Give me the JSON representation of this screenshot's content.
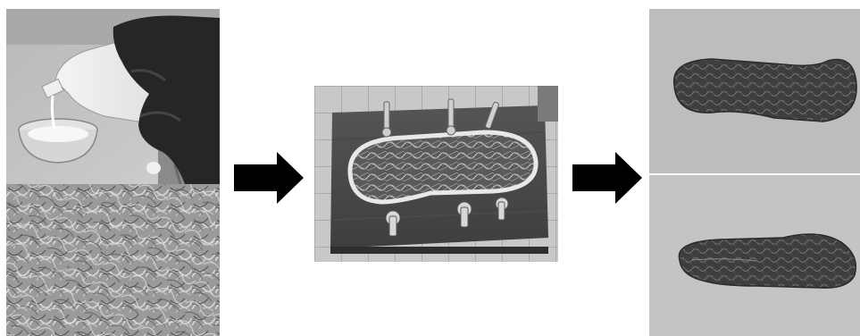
{
  "figure": {
    "steps": [
      {
        "id": "step-1",
        "photos": [
          "pouring-liquid-photo",
          "fiber-mat-photo"
        ]
      },
      {
        "id": "step-2",
        "photos": [
          "mold-with-bolts-photo"
        ]
      },
      {
        "id": "step-3",
        "photos": [
          "insole-top-photo",
          "insole-bottom-photo"
        ]
      }
    ],
    "arrows": [
      "arrow-step1-to-step2",
      "arrow-step2-to-step3"
    ],
    "colors": {
      "background": "#ffffff",
      "arrow": "#000000"
    }
  }
}
